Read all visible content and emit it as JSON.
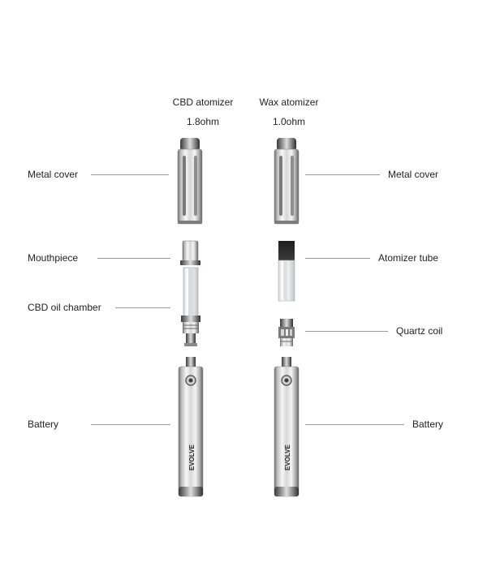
{
  "headers": {
    "cbd": {
      "title": "CBD atomizer",
      "resistance": "1.8ohm"
    },
    "wax": {
      "title": "Wax atomizer",
      "resistance": "1.0ohm"
    }
  },
  "left_labels": {
    "metal_cover": "Metal cover",
    "mouthpiece": "Mouthpiece",
    "oil_chamber": "CBD oil chamber",
    "battery": "Battery"
  },
  "right_labels": {
    "metal_cover": "Metal cover",
    "atomizer_tube": "Atomizer tube",
    "quartz_coil": "Quartz coil",
    "battery": "Battery"
  },
  "battery_brand": "EVOLVE",
  "colors": {
    "metal_dark": "#6d6d6d",
    "metal_light": "#f4f4f4",
    "leader_line": "#9a9a9a"
  }
}
